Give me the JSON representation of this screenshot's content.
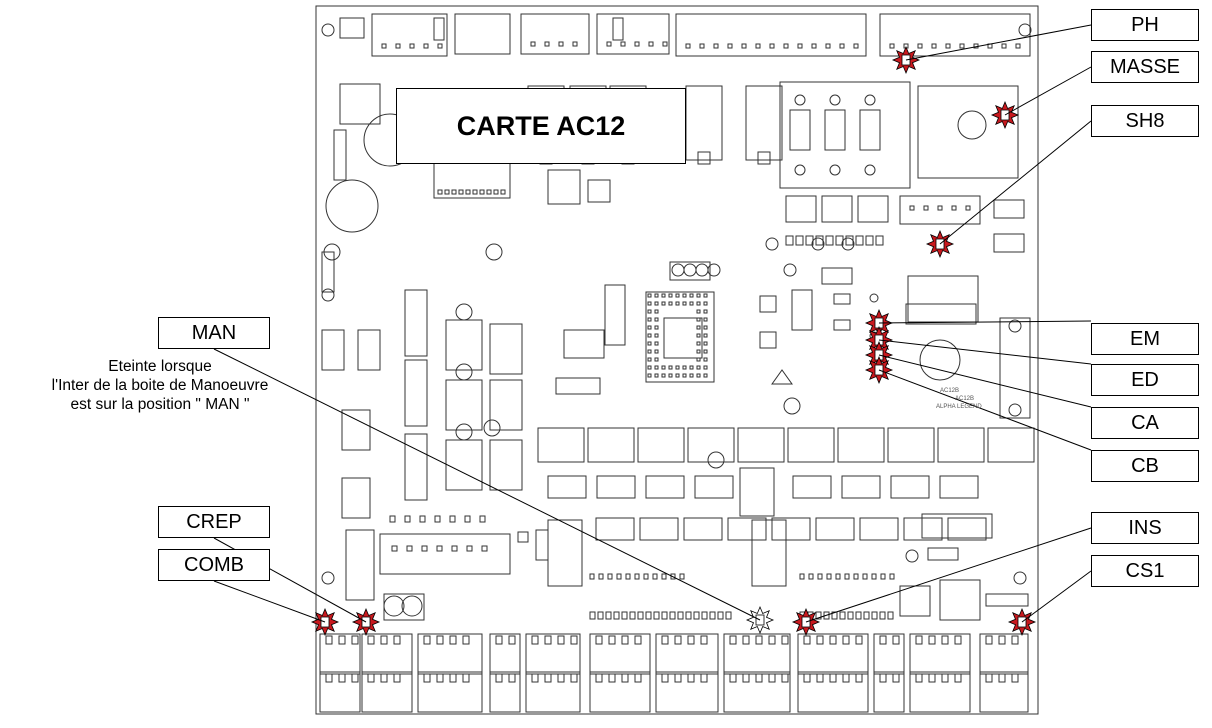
{
  "title": "CARTE AC12",
  "note_lines": [
    "Eteinte lorsque",
    "l'Inter de la boite de Manoeuvre",
    "est sur la position \" MAN \""
  ],
  "board_marking": [
    "AC12B",
    "AC12B",
    "ALPHA LEGEND"
  ],
  "labels": {
    "PH": "PH",
    "MASSE": "MASSE",
    "SH8": "SH8",
    "EM": "EM",
    "ED": "ED",
    "CA": "CA",
    "CB": "CB",
    "INS": "INS",
    "CS1": "CS1",
    "MAN": "MAN",
    "CREP": "CREP",
    "COMB": "COMB"
  },
  "colors": {
    "led_fill": "#c8191e",
    "led_man": "#ffffff",
    "line": "#333333"
  }
}
